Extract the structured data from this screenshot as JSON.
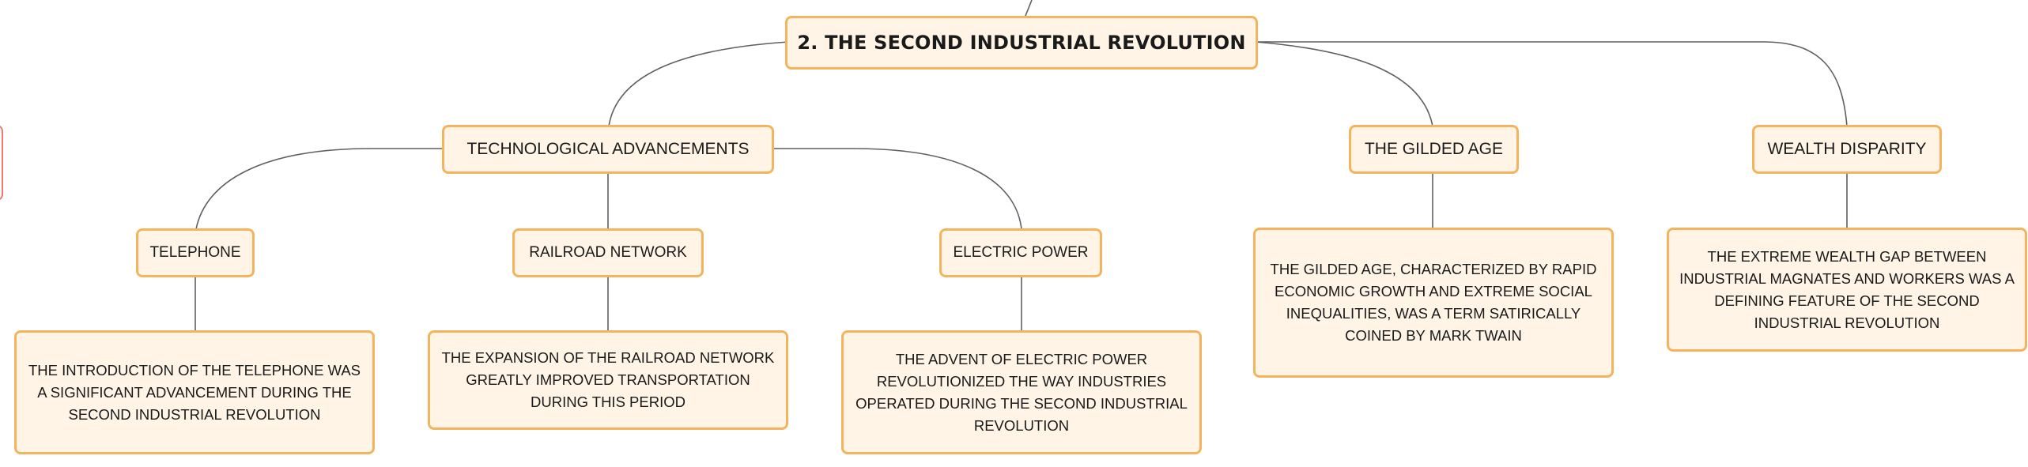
{
  "root": {
    "label": "2. THE SECOND INDUSTRIAL REVOLUTION"
  },
  "branches": {
    "tech": {
      "label": "TECHNOLOGICAL ADVANCEMENTS",
      "telephone": {
        "label": "TELEPHONE",
        "detail": "THE INTRODUCTION OF THE TELEPHONE WAS A SIGNIFICANT ADVANCEMENT DURING THE SECOND INDUSTRIAL REVOLUTION"
      },
      "railroad": {
        "label": "RAILROAD NETWORK",
        "detail": "THE EXPANSION OF THE RAILROAD NETWORK GREATLY IMPROVED TRANSPORTATION DURING THIS PERIOD"
      },
      "electric": {
        "label": "ELECTRIC POWER",
        "detail": "THE ADVENT OF ELECTRIC POWER REVOLUTIONIZED THE WAY INDUSTRIES OPERATED DURING THE SECOND INDUSTRIAL REVOLUTION"
      }
    },
    "gilded": {
      "label": "THE GILDED AGE",
      "detail": "THE GILDED AGE, CHARACTERIZED BY RAPID ECONOMIC GROWTH AND EXTREME SOCIAL INEQUALITIES, WAS A TERM SATIRICALLY COINED BY MARK TWAIN"
    },
    "wealth": {
      "label": "WEALTH DISPARITY",
      "detail": "THE EXTREME WEALTH GAP BETWEEN INDUSTRIAL MAGNATES AND WORKERS WAS A DEFINING FEATURE OF THE SECOND INDUSTRIAL REVOLUTION"
    }
  },
  "colors": {
    "node_fill": "#fff4e6",
    "node_border": "#f4b45d",
    "connector": "#5f5f5f",
    "edge_tab": "#ef7a6a"
  }
}
